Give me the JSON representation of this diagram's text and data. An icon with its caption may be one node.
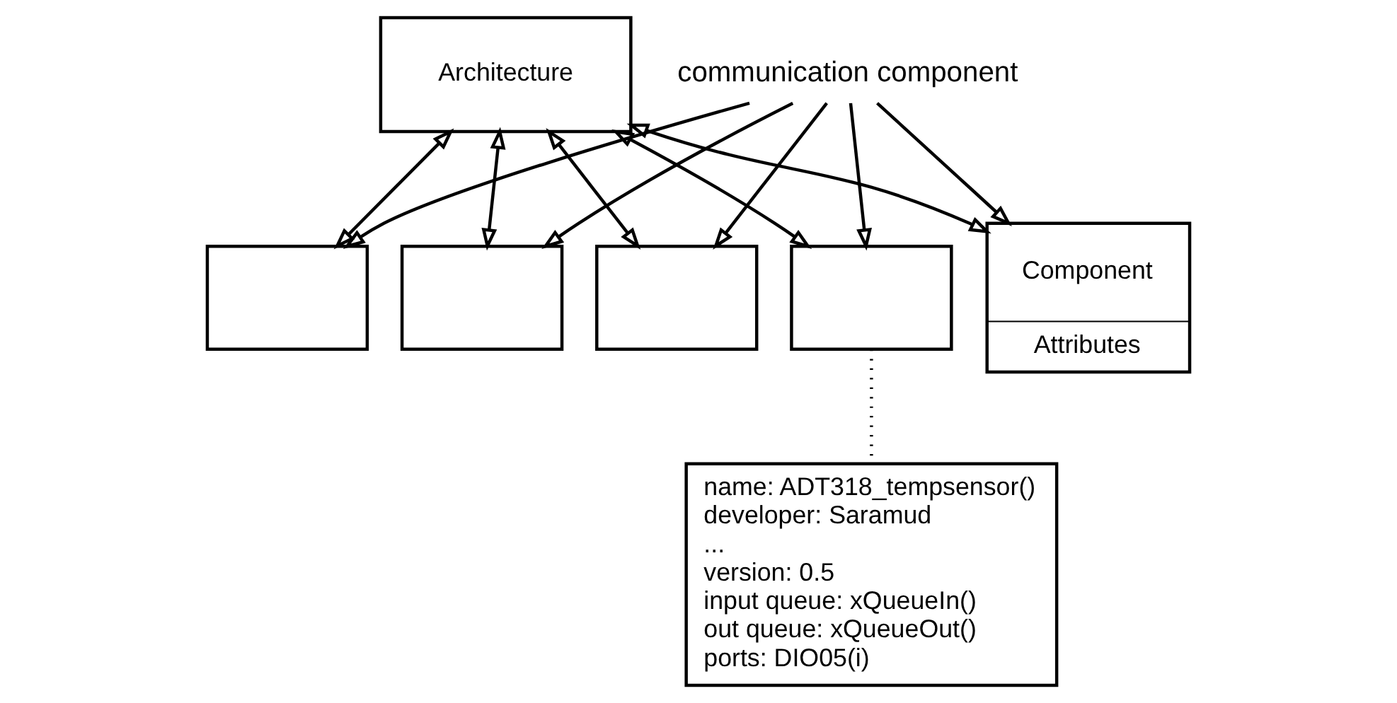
{
  "diagram": {
    "nodes": [
      {
        "text": [
          "Architecture"
        ]
      },
      {
        "text": [
          "Component",
          "Attributes"
        ]
      },
      {
        "text": [],
        "shape": "box"
      },
      {
        "text": [],
        "shape": "box"
      },
      {
        "text": [],
        "shape": "box"
      },
      {
        "text": [],
        "shape": "box"
      },
      {
        "text": [
          "communication component"
        ]
      },
      {
        "text": [
          "name: ADT318_tempsensor()",
          "developer: Saramud",
          "...",
          "version: 0.5",
          "input queue: xQueueIn()",
          "out queue: xQueueOut()",
          "ports: DIO05(i)"
        ]
      }
    ],
    "edges": [
      {
        "from": 0,
        "to": 1,
        "arrow": "both"
      },
      {
        "from": 0,
        "to": 2,
        "arrow": "both"
      },
      {
        "from": 0,
        "to": 3,
        "arrow": "both"
      },
      {
        "from": 0,
        "to": 4,
        "arrow": "both"
      },
      {
        "from": 0,
        "to": 5,
        "arrow": "both"
      },
      {
        "from": 6,
        "to": 1,
        "arrow": "to"
      },
      {
        "from": 6,
        "to": 2,
        "arrow": "to"
      },
      {
        "from": 6,
        "to": 3,
        "arrow": "to"
      },
      {
        "from": 6,
        "to": 4,
        "arrow": "to"
      },
      {
        "from": 6,
        "to": 5,
        "arrow": "to"
      },
      {
        "from": 5,
        "to": 7,
        "arrow": "none",
        "style": "dashed"
      }
    ]
  }
}
